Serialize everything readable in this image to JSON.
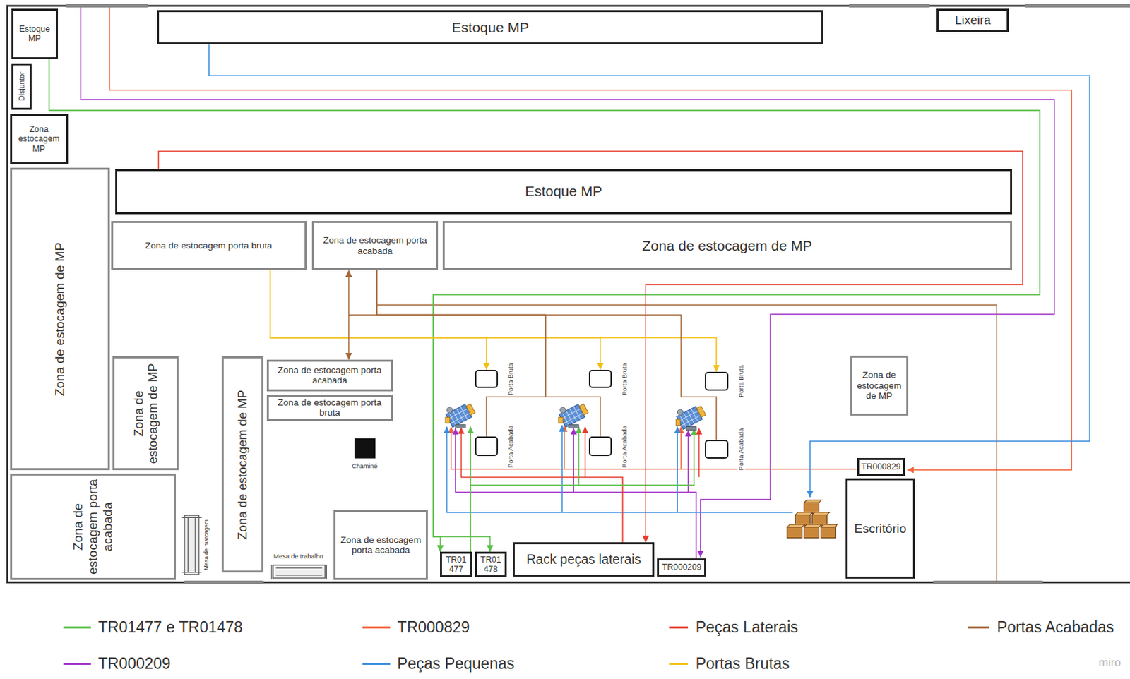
{
  "diagram": {
    "nodes": [
      {
        "text": [
          "Estoque MP"
        ]
      },
      {
        "text": [
          "Disjuntor"
        ]
      },
      {
        "text": [
          "Zona estocagem MP"
        ]
      },
      {
        "text": [
          "Estoque MP"
        ]
      },
      {
        "text": [
          "Lixeira"
        ]
      },
      {
        "text": [
          "Estoque MP"
        ]
      },
      {
        "text": [
          "Zona de estocagem porta bruta"
        ]
      },
      {
        "text": [
          "Zona de estocagem porta acabada"
        ]
      },
      {
        "text": [
          "Zona de estocagem de MP"
        ]
      },
      {
        "text": [
          "Zona de estocagem de MP"
        ]
      },
      {
        "text": [
          "Zona de estocagem de MP"
        ]
      },
      {
        "text": [
          "Zona de estocagem de MP"
        ]
      },
      {
        "text": [
          "Zona de estocagem porta acabada"
        ]
      },
      {
        "text": [
          "Zona de estocagem porta bruta"
        ]
      },
      {
        "text": [
          "Zona de estocagem porta acabada"
        ]
      },
      {
        "text": [
          "Zona de estocagem porta acabada"
        ]
      },
      {
        "text": [
          "Zona de estocagem de MP"
        ]
      },
      {
        "text": [
          "TR000829"
        ]
      },
      {
        "text": [
          "Escritório"
        ]
      },
      {
        "text": [
          "TR01477"
        ]
      },
      {
        "text": [
          "TR01478"
        ]
      },
      {
        "text": [
          "Rack peças laterais"
        ]
      },
      {
        "text": [
          "TR000209"
        ]
      },
      {
        "text": [
          "Porta Bruta"
        ]
      },
      {
        "text": [
          "Porta Acabada"
        ]
      },
      {
        "text": [
          "Porta Bruta"
        ]
      },
      {
        "text": [
          "Porta Acabada"
        ]
      },
      {
        "text": [
          "Porta Bruta"
        ]
      },
      {
        "text": [
          "Porta Acabada"
        ]
      }
    ],
    "edges": [
      {
        "from": 0,
        "to": 19,
        "arrow": "to"
      },
      {
        "from": 0,
        "to": 20,
        "arrow": "to"
      },
      {
        "from": 5,
        "to": 21,
        "arrow": "to"
      },
      {
        "from": 6,
        "to": 23,
        "arrow": "to"
      },
      {
        "from": 6,
        "to": 25,
        "arrow": "to"
      },
      {
        "from": 6,
        "to": 27,
        "arrow": "to"
      },
      {
        "from": 7,
        "to": 12,
        "arrow": "both"
      },
      {
        "from": 7,
        "to": 24,
        "arrow": "none"
      },
      {
        "from": 7,
        "to": 26,
        "arrow": "none"
      },
      {
        "from": 7,
        "to": 28,
        "arrow": "none"
      }
    ],
    "labels": [
      "Chaminé",
      "Mesa de marcagem",
      "Mesa de trabalho",
      "miro"
    ],
    "legend": [
      {
        "text": "TR01477 e TR01478",
        "color": "#5cbf4a"
      },
      {
        "text": "TR000829",
        "color": "#f2643c"
      },
      {
        "text": "Peças Laterais",
        "color": "#e63c2e"
      },
      {
        "text": "Portas Acabadas",
        "color": "#a5683a"
      },
      {
        "text": "TR000209",
        "color": "#a12fc9"
      },
      {
        "text": "Peças Pequenas",
        "color": "#3a8de0"
      },
      {
        "text": "Portas Brutas",
        "color": "#f2c014"
      }
    ]
  }
}
